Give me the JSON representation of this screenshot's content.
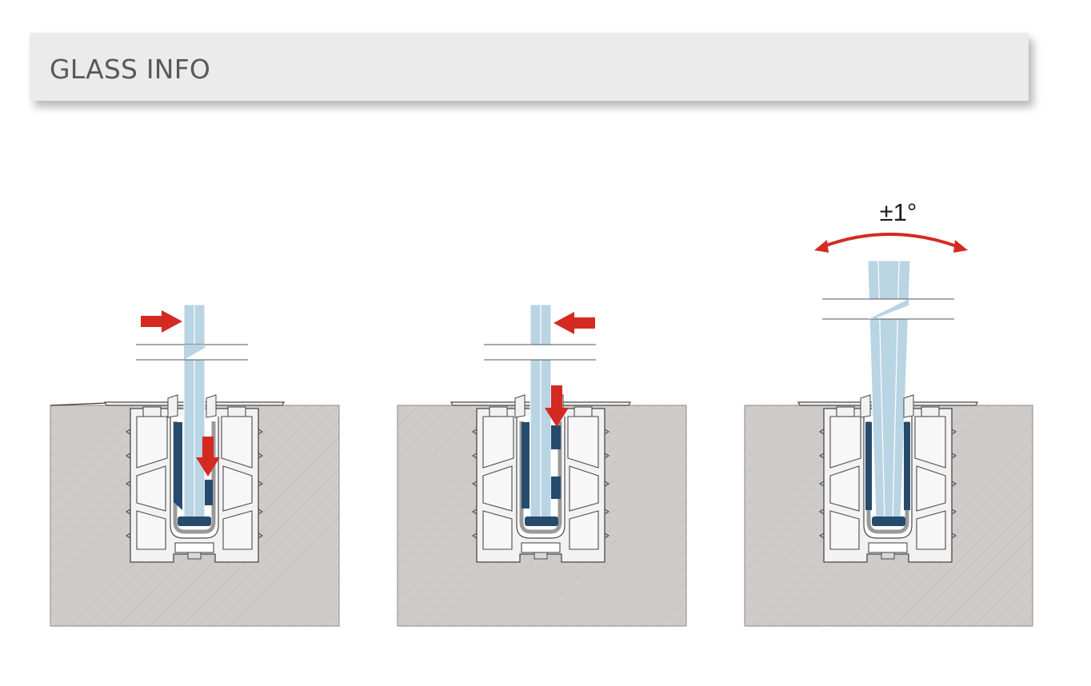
{
  "header": {
    "title": "GLASS INFO"
  },
  "diagram": {
    "panels": [
      {
        "id": "panel-1",
        "arrows": [
          "push-right",
          "down"
        ]
      },
      {
        "id": "panel-2",
        "arrows": [
          "push-left",
          "down"
        ]
      },
      {
        "id": "panel-3",
        "arrows": [
          "tilt"
        ],
        "tilt_label": "±1°"
      }
    ],
    "colors": {
      "concrete": "#cfcbc9",
      "glass": "#b9d4e3",
      "wedge": "#274b6d",
      "arrow": "#d42a22",
      "profile": "#f2f2f2"
    }
  }
}
